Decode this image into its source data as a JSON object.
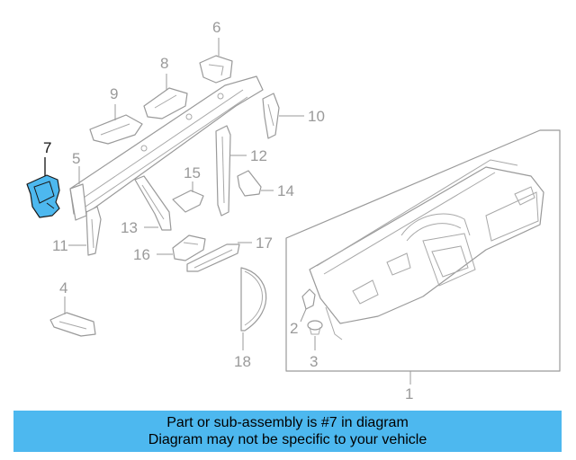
{
  "diagram": {
    "callouts": [
      "7",
      "6",
      "8",
      "9",
      "10",
      "5",
      "12",
      "15",
      "14",
      "13",
      "11",
      "16",
      "17",
      "4",
      "2",
      "3",
      "18",
      "1"
    ],
    "highlighted_part": "7",
    "colors": {
      "highlight": "#4db8ef",
      "line": "#9a9a9a",
      "active": "#111111"
    }
  },
  "banner": {
    "line1": "Part or sub-assembly is #7 in diagram",
    "line2": "Diagram may not be specific to your vehicle"
  }
}
